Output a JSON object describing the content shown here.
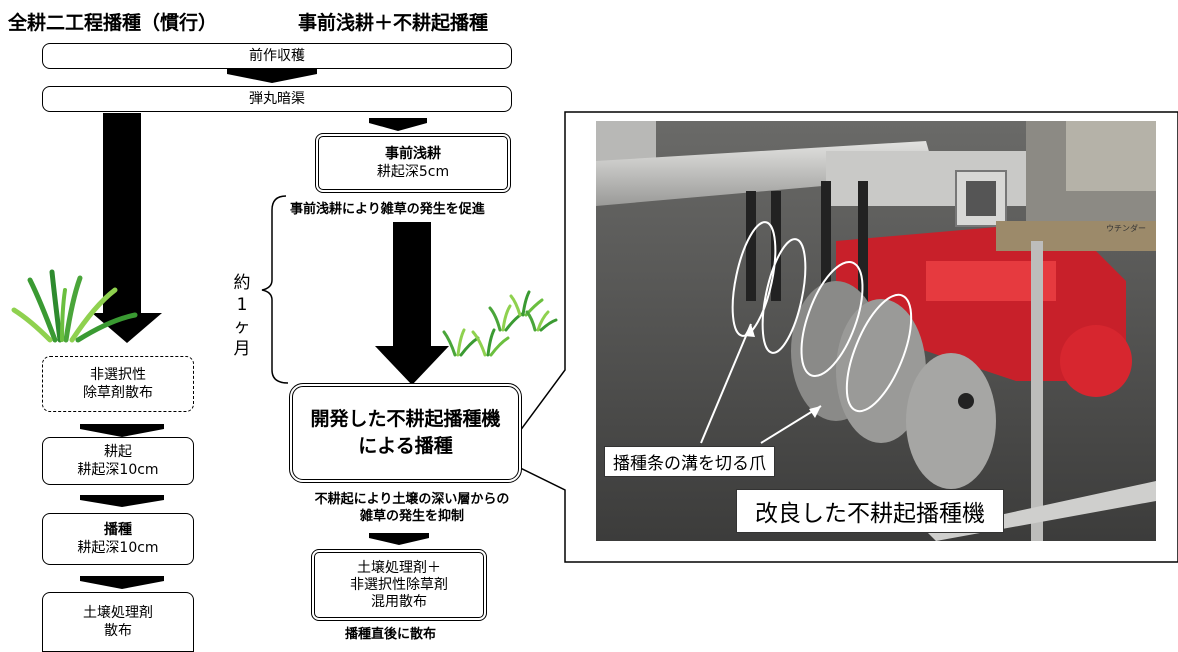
{
  "header": {
    "left_title": "全耕二工程播種（慣行）",
    "right_title": "事前浅耕＋不耕起播種"
  },
  "common_steps": {
    "step1": "前作収穫",
    "step2": "弾丸暗渠"
  },
  "conventional": {
    "herbicide_line1": "非選択性",
    "herbicide_line2": "除草剤散布",
    "tillage_title": "耕起",
    "tillage_depth": "耕起深10cm",
    "sowing_title": "播種",
    "sowing_depth": "耕起深10cm",
    "soil_line1": "土壌処理剤",
    "soil_line2": "散布"
  },
  "proposed": {
    "shallow_title": "事前浅耕",
    "shallow_depth": "耕起深5cm",
    "shallow_note": "事前浅耕により雑草の発生を促進",
    "duration_chars": [
      "約",
      "1",
      "ヶ",
      "月"
    ],
    "sowing_line1": "開発した不耕起播種機",
    "sowing_line2": "による播種",
    "suppress_line1": "不耕起により土壌の深い層からの",
    "suppress_line2": "雑草の発生を抑制",
    "mix_line1": "土壌処理剤＋",
    "mix_line2": "非選択性除草剤",
    "mix_line3": "混用散布",
    "mix_note": "播種直後に散布"
  },
  "photo": {
    "claw_label": "播種条の溝を切る爪",
    "machine_label": "改良した不耕起播種機",
    "tiny_brand": "ウチンダー"
  },
  "colors": {
    "grass_dark": "#2e8b2e",
    "grass_light": "#8fd14f",
    "machine_red": "#c8202a",
    "asphalt": "#4a4a4a"
  }
}
